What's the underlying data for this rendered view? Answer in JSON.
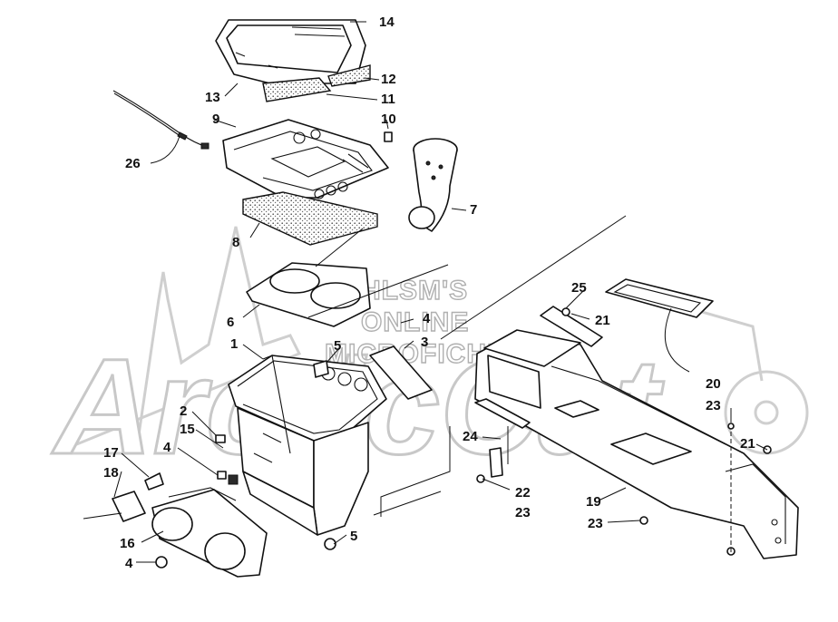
{
  "watermark": {
    "line1": "HLSM'S",
    "line2": "ONLINE",
    "line3": "MICROFICHE",
    "logo": "ArcticCat"
  },
  "callouts": {
    "c1": "1",
    "c2": "2",
    "c3": "3",
    "c4a": "4",
    "c4b": "4",
    "c4c": "4",
    "c5a": "5",
    "c5b": "5",
    "c6": "6",
    "c7": "7",
    "c8": "8",
    "c9": "9",
    "c10": "10",
    "c11": "11",
    "c12": "12",
    "c13": "13",
    "c14": "14",
    "c15": "15",
    "c16": "16",
    "c17": "17",
    "c18": "18",
    "c19": "19",
    "c20": "20",
    "c21a": "21",
    "c21b": "21",
    "c22": "22",
    "c23a": "23",
    "c23b": "23",
    "c23c": "23",
    "c24": "24",
    "c25": "25",
    "c26": "26"
  },
  "colors": {
    "line": "#111111",
    "watermark": "#c8c8c8",
    "background": "#ffffff"
  }
}
